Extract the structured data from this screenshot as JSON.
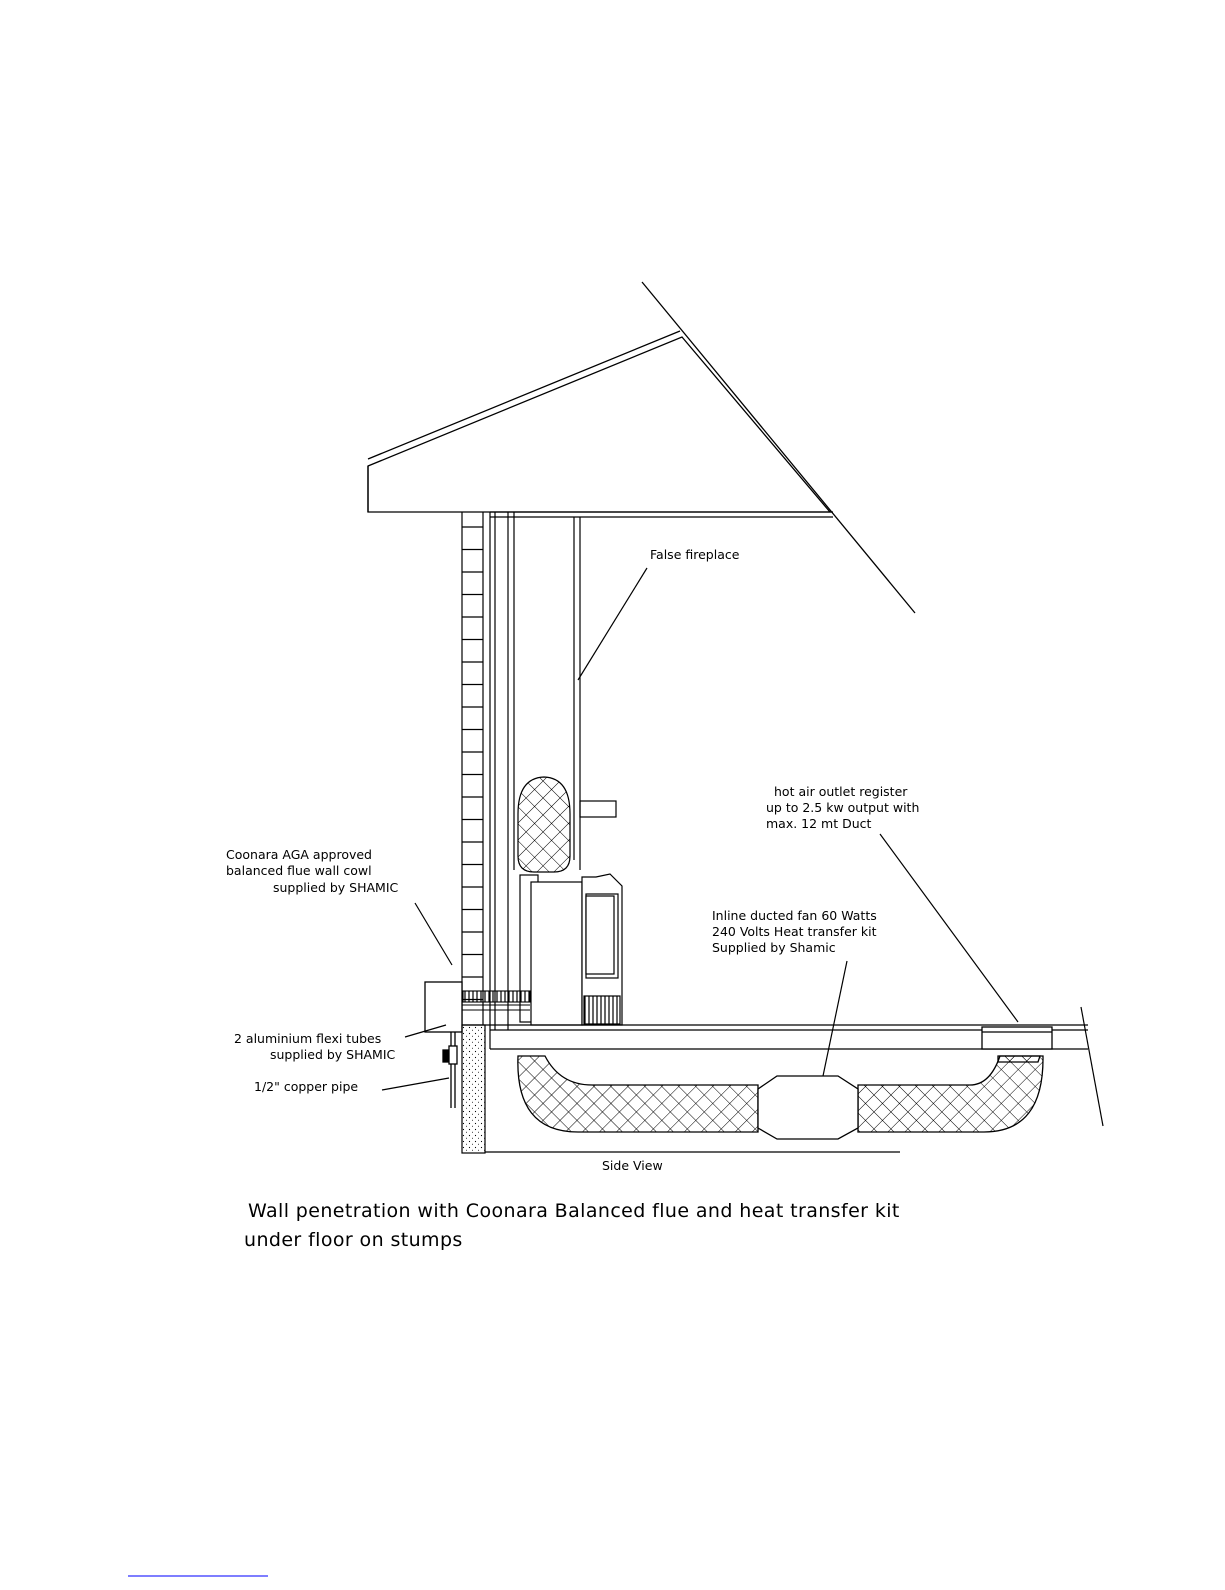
{
  "diagram": {
    "labels": {
      "false_fireplace": "False fireplace",
      "hot_air_register": [
        "hot air outlet register",
        "up to 2.5 kw output  with",
        "max. 12 mt Duct"
      ],
      "wall_cowl": [
        "Coonara AGA approved",
        "balanced flue wall cowl",
        "supplied by SHAMIC"
      ],
      "inline_fan": [
        "Inline ducted fan 60 Watts",
        "240 Volts Heat transfer kit",
        "Supplied by Shamic"
      ],
      "flexi_tubes": [
        "2 aluminium flexi tubes",
        "supplied by SHAMIC"
      ],
      "copper_pipe": "1/2\" copper pipe",
      "side_view": "Side View"
    },
    "caption": [
      "Wall penetration with Coonara Balanced flue and heat transfer kit",
      "under floor on stumps"
    ]
  },
  "colors": {
    "line": "#000000",
    "footer_rule": "#3030ff"
  }
}
